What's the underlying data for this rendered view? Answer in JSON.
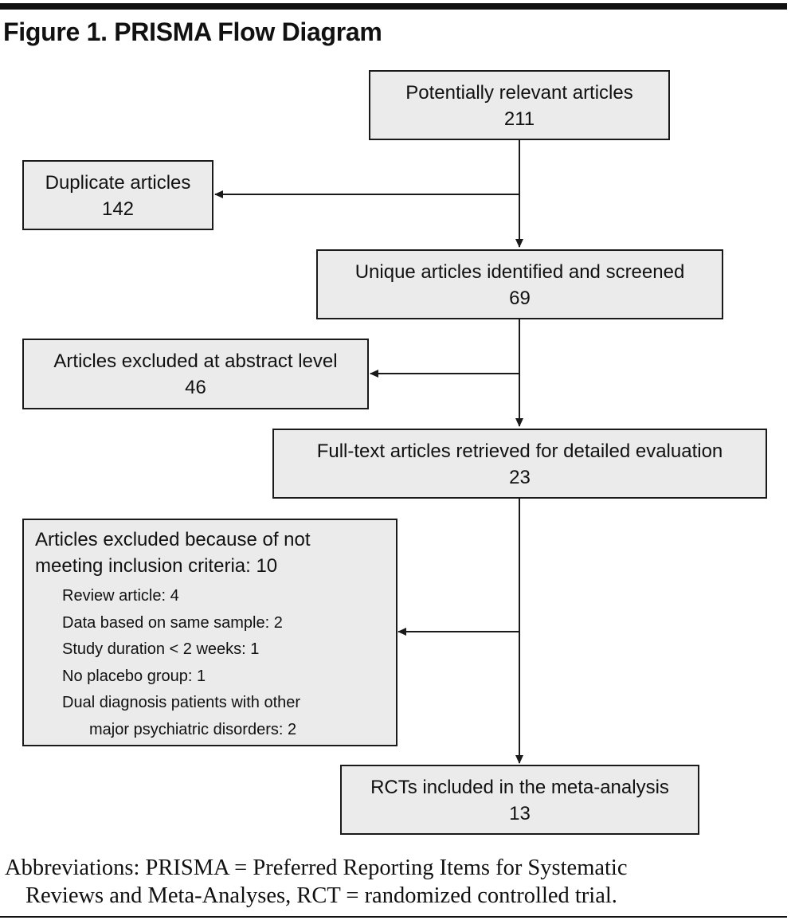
{
  "figure": {
    "title": "Figure 1. PRISMA Flow Diagram"
  },
  "flow": {
    "identified": {
      "label": "Potentially relevant articles",
      "count": "211"
    },
    "duplicates": {
      "label": "Duplicate articles",
      "count": "142"
    },
    "screened": {
      "label": "Unique articles identified and screened",
      "count": "69"
    },
    "excluded_abstract": {
      "label": "Articles excluded at abstract level",
      "count": "46"
    },
    "full_text": {
      "label": "Full-text articles retrieved for detailed evaluation",
      "count": "23"
    },
    "excluded_criteria": {
      "heading_line1": "Articles excluded because of not",
      "heading_line2": "meeting inclusion criteria: 10",
      "reasons": [
        {
          "text": "Review article: 4"
        },
        {
          "text": "Data based on same sample: 2"
        },
        {
          "text": "Study duration < 2 weeks: 1"
        },
        {
          "text": "No placebo group: 1"
        },
        {
          "text": "Dual diagnosis patients with other",
          "continuation": "major psychiatric disorders: 2"
        }
      ]
    },
    "included": {
      "label": "RCTs included in the meta-analysis",
      "count": "13"
    }
  },
  "footnote": {
    "line1": "Abbreviations: PRISMA = Preferred Reporting Items for Systematic",
    "line2": "Reviews and Meta-Analyses, RCT = randomized controlled trial."
  },
  "colors": {
    "box_fill": "#ebebeb",
    "line": "#1a1a1a"
  }
}
